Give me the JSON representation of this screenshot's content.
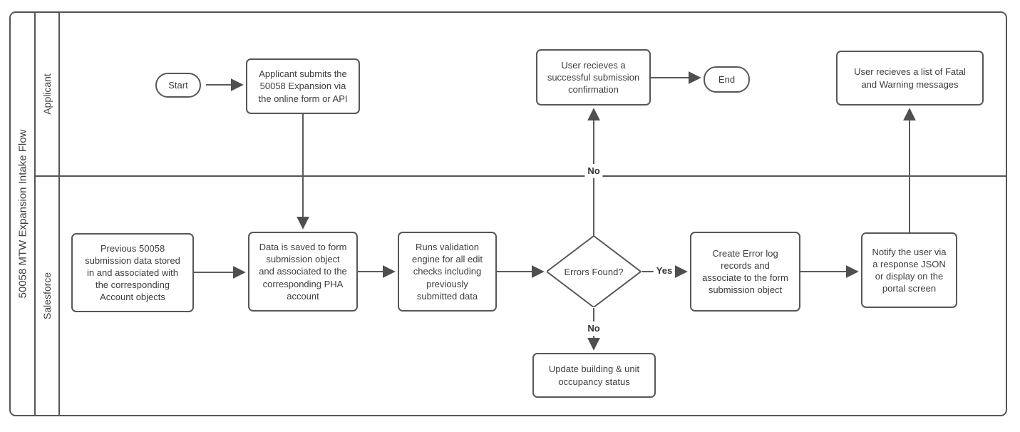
{
  "diagram": {
    "title": "50058 MTW Expansion Intake Flow",
    "lanes": {
      "applicant": "Applicant",
      "salesforce": "Salesforce"
    },
    "nodes": {
      "start": "Start",
      "applicant_submits": "Applicant submits the\n50058 Expansion via\nthe online form or API",
      "success_confirmation": "User recieves a\nsuccessful submission\nconfirmation",
      "end": "End",
      "fatal_warning_list": "User recieves a list of Fatal\nand Warning messages",
      "previous_data": "Previous 50058\nsubmission data stored\nin and associated with\nthe corresponding\nAccount objects",
      "data_saved": "Data is saved to form\nsubmission object\nand associated to the\ncorresponding PHA\naccount",
      "runs_validation": "Runs validation\nengine for all edit\nchecks including\npreviously\nsubmitted data",
      "errors_found": "Errors Found?",
      "create_error_log": "Create Error log\nrecords and\nassociate to the form\nsubmission object",
      "notify_user": "Notify the user via\na response JSON\nor display on the\nportal screen",
      "update_occupancy": "Update building & unit\noccupancy status"
    },
    "edge_labels": {
      "yes": "Yes",
      "no_up": "No",
      "no_down": "No"
    },
    "edges": [
      {
        "from": "start",
        "to": "applicant_submits",
        "label": ""
      },
      {
        "from": "applicant_submits",
        "to": "data_saved",
        "label": ""
      },
      {
        "from": "previous_data",
        "to": "data_saved",
        "label": ""
      },
      {
        "from": "data_saved",
        "to": "runs_validation",
        "label": ""
      },
      {
        "from": "runs_validation",
        "to": "errors_found",
        "label": ""
      },
      {
        "from": "errors_found",
        "to": "create_error_log",
        "label": "Yes"
      },
      {
        "from": "create_error_log",
        "to": "notify_user",
        "label": ""
      },
      {
        "from": "notify_user",
        "to": "fatal_warning_list",
        "label": ""
      },
      {
        "from": "errors_found",
        "to": "success_confirmation",
        "label": "No"
      },
      {
        "from": "success_confirmation",
        "to": "end",
        "label": ""
      },
      {
        "from": "errors_found",
        "to": "update_occupancy",
        "label": "No"
      }
    ],
    "colors": {
      "stroke": "#575757",
      "text": "#3d3d3d",
      "background": "#ffffff"
    }
  }
}
